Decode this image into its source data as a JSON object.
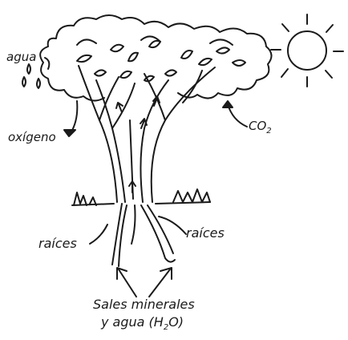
{
  "labels": {
    "agua": "agua",
    "oxigeno": "oxígeno",
    "co2_main": "CO",
    "co2_sub": "2",
    "raices_left": "raíces",
    "raices_right": "raíces",
    "sales_line1": "Sales minerales",
    "sales_line2_prefix": "y agua (H",
    "sales_line2_sub": "2",
    "sales_line2_suffix": "O)"
  },
  "icons": {
    "sun": "sun-icon",
    "tree": "tree-icon",
    "droplets": "water-droplets-icon"
  }
}
